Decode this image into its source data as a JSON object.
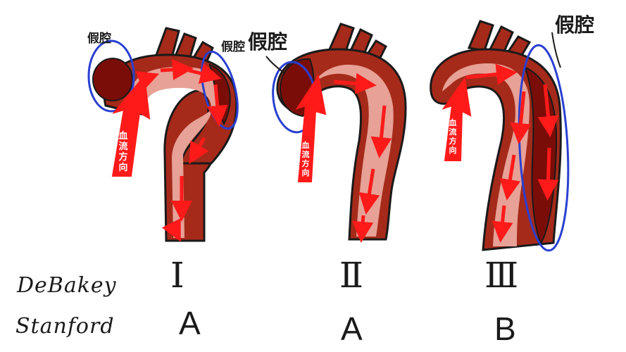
{
  "row_labels": {
    "debakey": "DeBakey",
    "stanford": "Stanford"
  },
  "columns": [
    {
      "debakey": "Ⅰ",
      "stanford": "A"
    },
    {
      "debakey": "Ⅱ",
      "stanford": "A"
    },
    {
      "debakey": "Ⅲ",
      "stanford": "B"
    }
  ],
  "annotations": {
    "false_lumen": "假腔",
    "blood_flow": "血流方向"
  },
  "colors": {
    "vessel_wall": "#9c1f12",
    "vessel_lumen": "#e7a196",
    "false_lumen": "#7a0d08",
    "flow_arrow": "#ff1a1a",
    "outline": "#1a1a1a",
    "circle": "#2a3fd1"
  }
}
